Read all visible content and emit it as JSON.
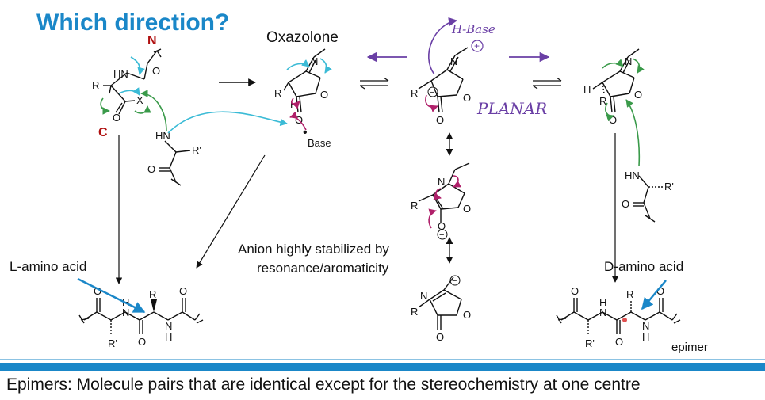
{
  "title": "Which direction?",
  "labels": {
    "oxazolone": "Oxazolone",
    "l_amino_acid": "L-amino acid",
    "d_amino_acid": "D-amino acid",
    "anion_line1": "Anion highly stabilized by",
    "anion_line2": "resonance/aromaticity",
    "epimer": "epimer",
    "footer": "Epimers: Molecule pairs that are identical except for the stereochemistry at one centre"
  },
  "atoms": {
    "N": "N",
    "C": "C",
    "HN": "HN",
    "H": "H",
    "R": "R",
    "R_prime": "R'",
    "X": "X",
    "O": "O",
    "base": "Base",
    "h_base": "H-Base",
    "planar": "PLANAR",
    "plus": "+",
    "minus": "−",
    "dot": "•"
  },
  "colors": {
    "title": "#1a87c8",
    "bar": "#1a87c8",
    "cyan_arrow": "#3bbbd6",
    "green_arrow": "#3a9a4a",
    "magenta_arrow": "#b0206a",
    "purple_ink": "#6a3fa5",
    "label_red": "#b01010",
    "stereo_dot": "#e05050"
  }
}
